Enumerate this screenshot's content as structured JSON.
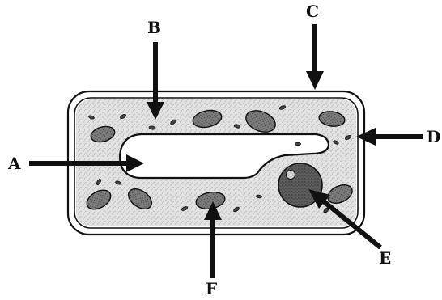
{
  "labels": {
    "a": "A",
    "b": "B",
    "c": "C",
    "d": "D",
    "e": "E",
    "f": "F"
  },
  "colors": {
    "ink": "#111111",
    "cytoplasm": "#dcdcdc",
    "chloroplast": "#6e6e6e",
    "nucleus": "#555555",
    "background": "#ffffff"
  }
}
